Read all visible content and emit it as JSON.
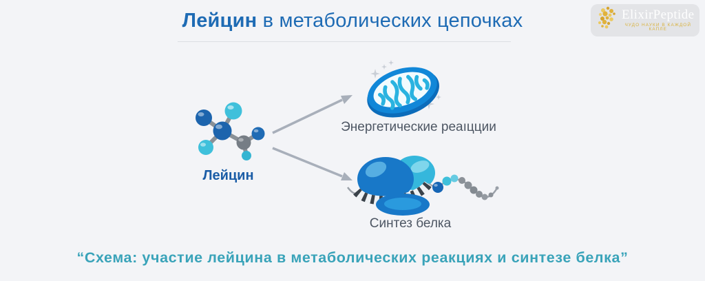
{
  "title": {
    "highlight": "Лейцин",
    "rest": " в метаболических цепочках"
  },
  "logo": {
    "name": "ElixirPeptide",
    "tagline": "ЧУДО НАУКИ В КАЖДОЙ КАПЛЕ"
  },
  "diagram": {
    "molecule_label": "Лейцин",
    "branches": [
      {
        "icon": "mitochondria-icon",
        "label": "Энергетические реаıцции"
      },
      {
        "icon": "ribosome-icon",
        "label": "Синтез белка"
      }
    ]
  },
  "caption": {
    "text": "“Схема: участие лейцина в метаболических реакциях и синтезе белка”"
  },
  "colors": {
    "background": "#f3f4f7",
    "title_blue": "#1e6bb4",
    "label_gray": "#4d5663",
    "caption_teal": "#39a3b9",
    "molecule_dark_blue": "#1c64ad",
    "molecule_cyan": "#3fc0db",
    "molecule_gray": "#767d85",
    "arrow_gray": "#a8afba",
    "mitochondria_blue": "#1187d8",
    "cristae_cyan": "#2ab3e0",
    "logo_gold": "#d9b23e"
  }
}
